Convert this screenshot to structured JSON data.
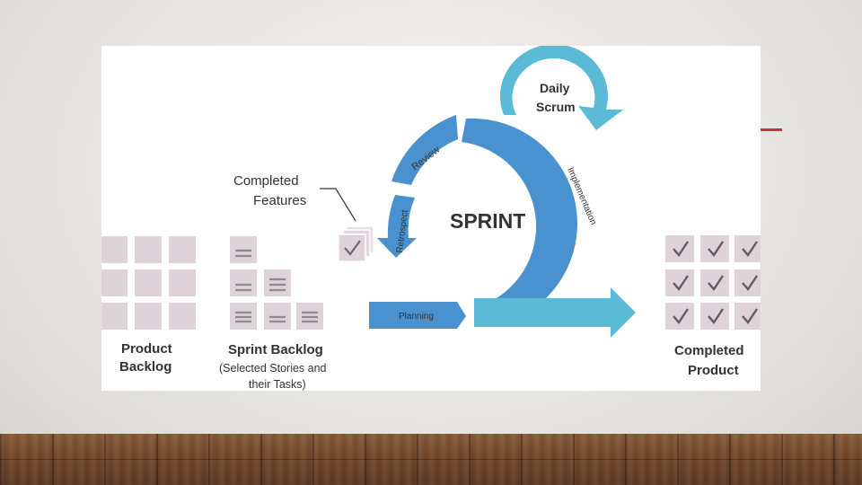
{
  "diagram": {
    "center_title": "SPRINT",
    "daily_scrum": [
      "Daily",
      "Scrum"
    ],
    "completed_features": [
      "Completed",
      "Features"
    ],
    "arc_labels": {
      "review": "Review",
      "implementation": "Implementation",
      "retrospect": "Retrospect",
      "planning": "Planning"
    },
    "product_backlog": [
      "Product",
      "Backlog"
    ],
    "sprint_backlog": {
      "title": "Sprint Backlog",
      "subtitle": [
        "(Selected Stories and",
        "their Tasks)"
      ]
    },
    "completed_product": [
      "Completed",
      "Product"
    ]
  },
  "colors": {
    "ring_blue": "#4a92cf",
    "scrum_teal": "#5bbad5",
    "tile_pink": "#ddd3d8",
    "accent_red": "#c0353f"
  }
}
